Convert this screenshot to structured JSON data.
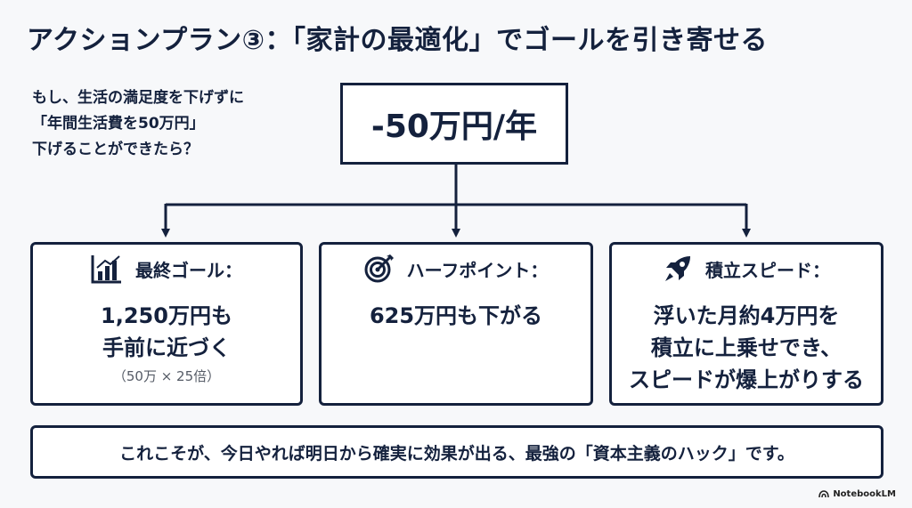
{
  "title": "アクションプラン③：「家計の最適化」でゴールを引き寄せる",
  "question": {
    "lines": [
      "もし、生活の満足度を下げずに",
      "「年間生活費を50万円」",
      "下げることができたら？"
    ]
  },
  "central": {
    "label": "-50万円/年"
  },
  "cards": [
    {
      "icon": "bar-chart-icon",
      "title": "最終ゴール：",
      "lines": [
        "1,250万円も",
        "手前に近づく"
      ],
      "note": "（50万 × 25倍）"
    },
    {
      "icon": "target-icon",
      "title": "ハーフポイント：",
      "lines": [
        "625万円も下がる"
      ]
    },
    {
      "icon": "rocket-icon",
      "title": "積立スピード：",
      "lines": [
        "浮いた月約4万円を",
        "積立に上乗せでき、",
        "スピードが爆上がりする"
      ]
    }
  ],
  "conclusion": "これこそが、今日やれば明日から確実に効果が出る、最強の「資本主義のハック」です。",
  "brand": "NotebookLM",
  "colors": {
    "primary": "#14213d",
    "background": "#f7f8fa"
  }
}
